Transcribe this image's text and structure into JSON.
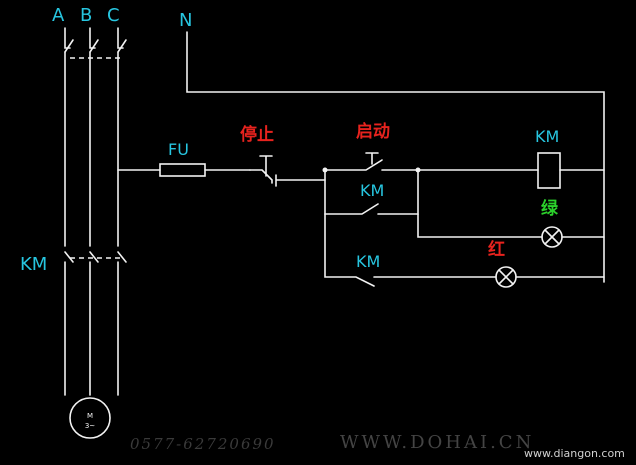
{
  "colors": {
    "background": "#000000",
    "wire": "#f2f2f2",
    "label_cyan": "#27c6e0",
    "label_red": "#e8231e",
    "label_green": "#2bd12b"
  },
  "phases": {
    "a": "A",
    "b": "B",
    "c": "C",
    "neutral": "N"
  },
  "labels": {
    "fuse": "FU",
    "stop": "停止",
    "start": "启动",
    "coil": "KM",
    "hold_contact": "KM",
    "red_contact": "KM",
    "main_contactor": "KM",
    "green": "绿",
    "red": "红"
  },
  "motor": {
    "line1": "M",
    "line2": "3~"
  },
  "watermarks": {
    "phone": "0577-62720690",
    "site1": "WWW.DOHAI.CN",
    "site2": "www.diangon.com"
  }
}
